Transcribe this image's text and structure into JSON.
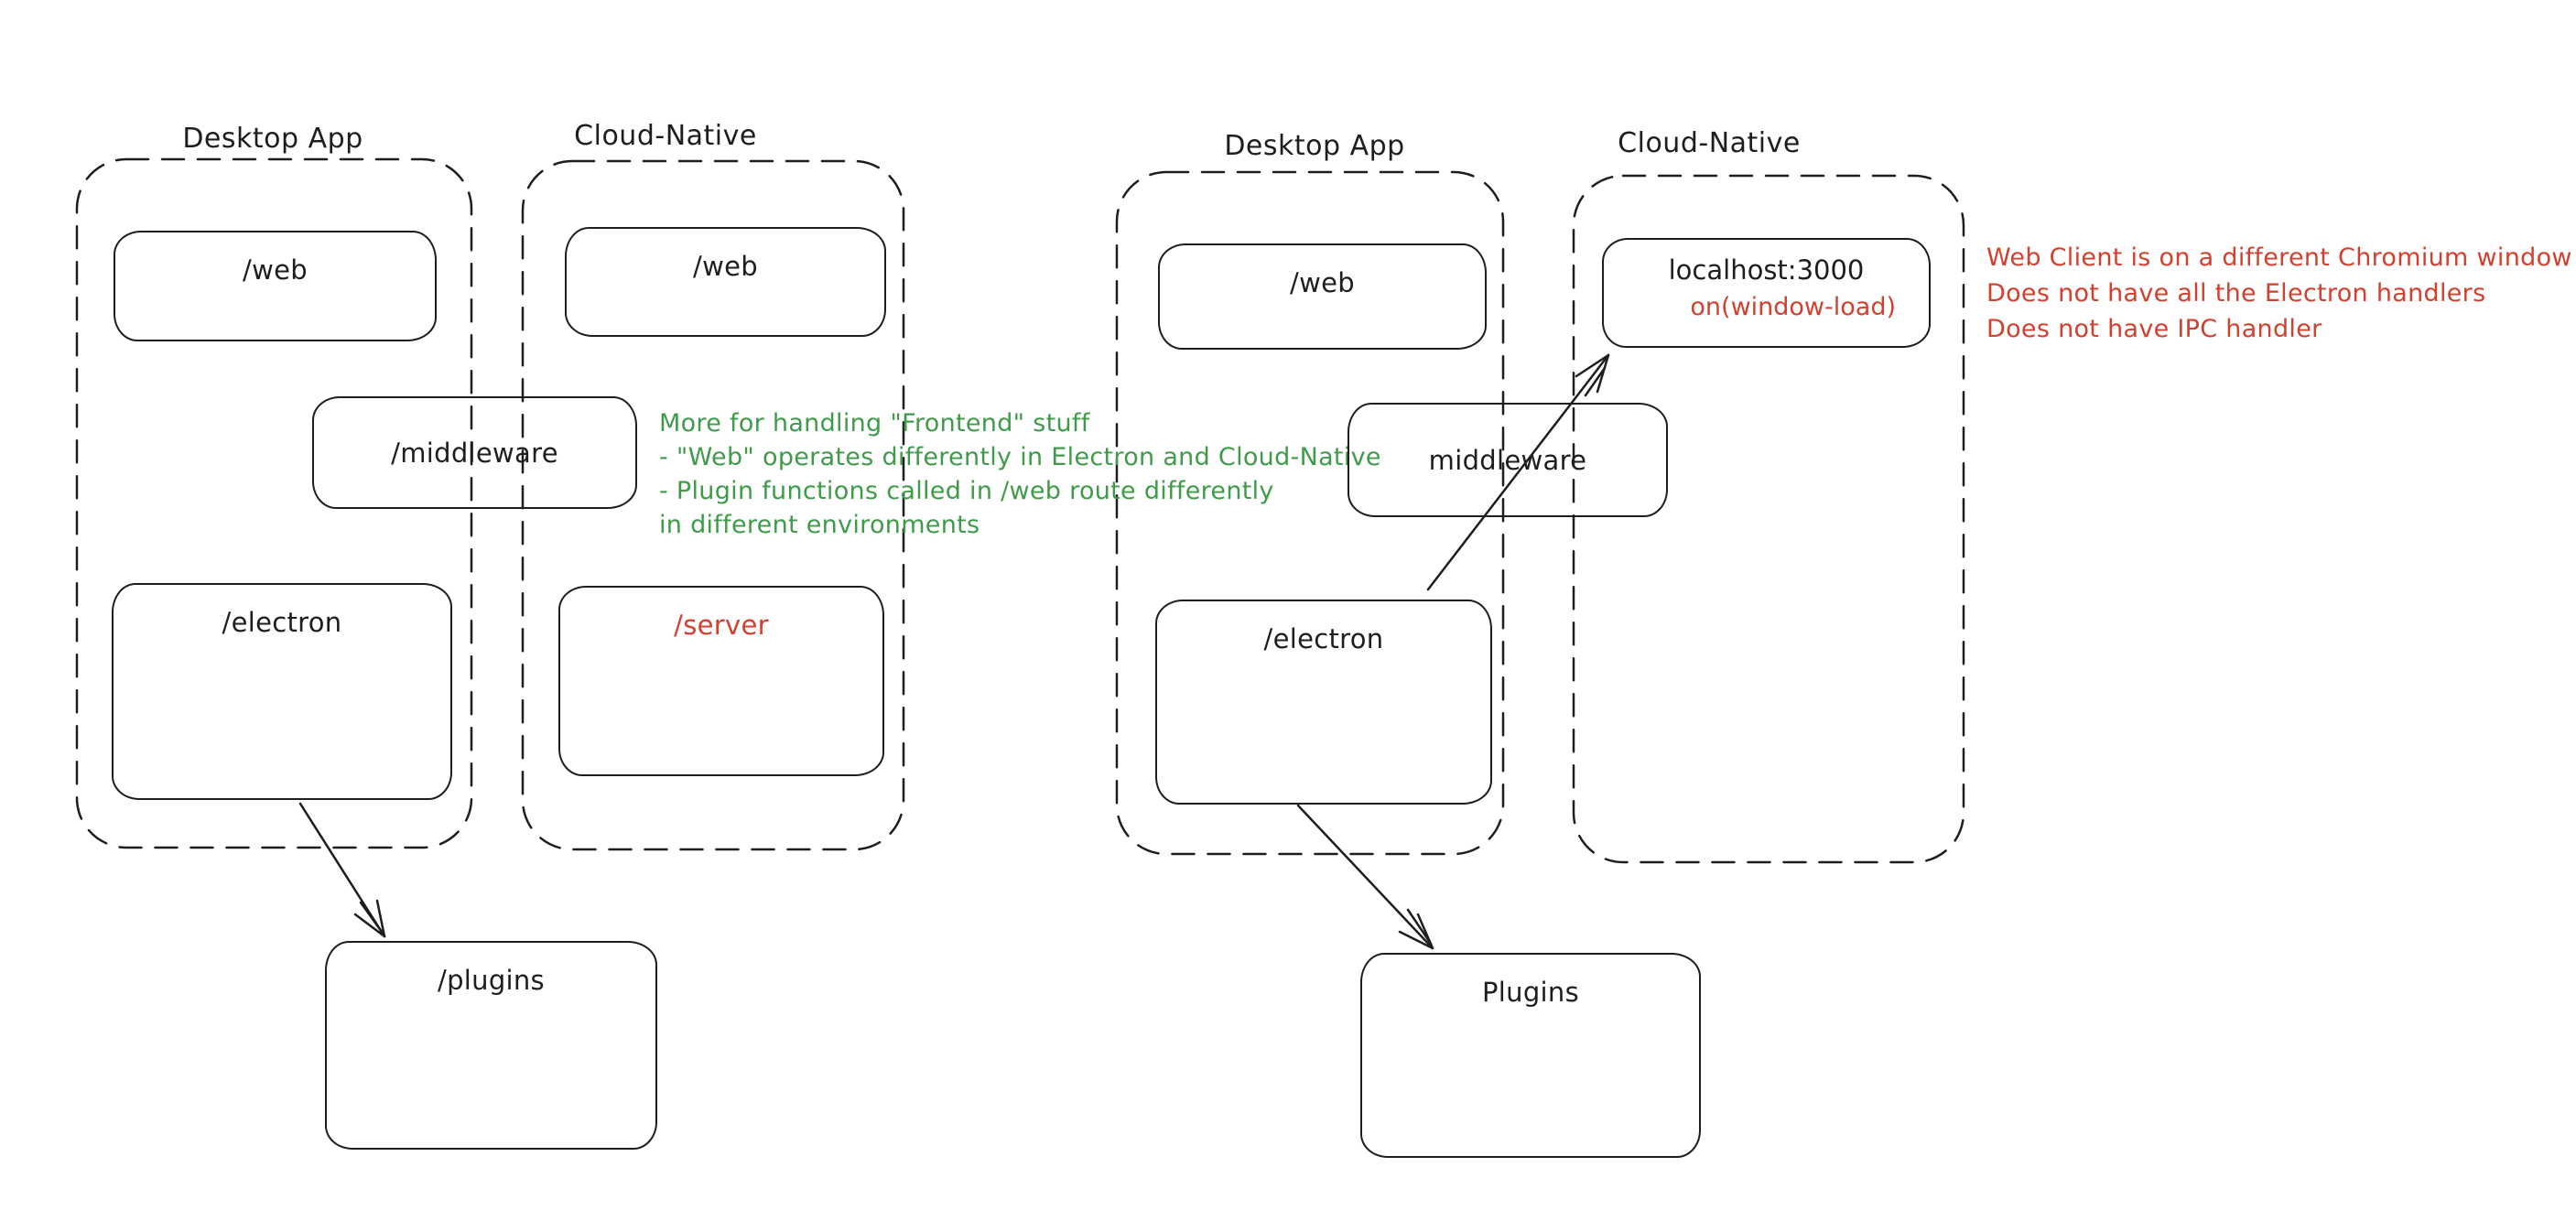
{
  "canvas": {
    "ink_color": "#1e1e1e",
    "green_color": "#3f9b4a",
    "red_color": "#d2402f",
    "background": "#ffffff"
  },
  "left_diagram": {
    "desktop_app": {
      "label": "Desktop App",
      "web_box": "/web",
      "electron_box": "/electron"
    },
    "cloud_native": {
      "label": "Cloud-Native",
      "web_box": "/web",
      "server_box": "/server"
    },
    "middleware_box": "/middleware",
    "plugins_box": "/plugins",
    "green_note": {
      "lines": [
        "More for handling \"Frontend\" stuff",
        "- \"Web\" operates differently in Electron and Cloud-Native",
        "- Plugin functions called in /web route differently",
        "in different environments"
      ]
    }
  },
  "right_diagram": {
    "desktop_app": {
      "label": "Desktop App",
      "web_box": "/web",
      "electron_box": "/electron"
    },
    "cloud_native": {
      "label": "Cloud-Native",
      "localhost_box": "localhost:3000",
      "localhost_event": "on(window-load)"
    },
    "middleware_box": "middleware",
    "plugins_box": "Plugins",
    "red_note": {
      "lines": [
        "Web Client is on a different Chromium window",
        "Does not have all the Electron handlers",
        "Does not have IPC handler"
      ]
    }
  }
}
